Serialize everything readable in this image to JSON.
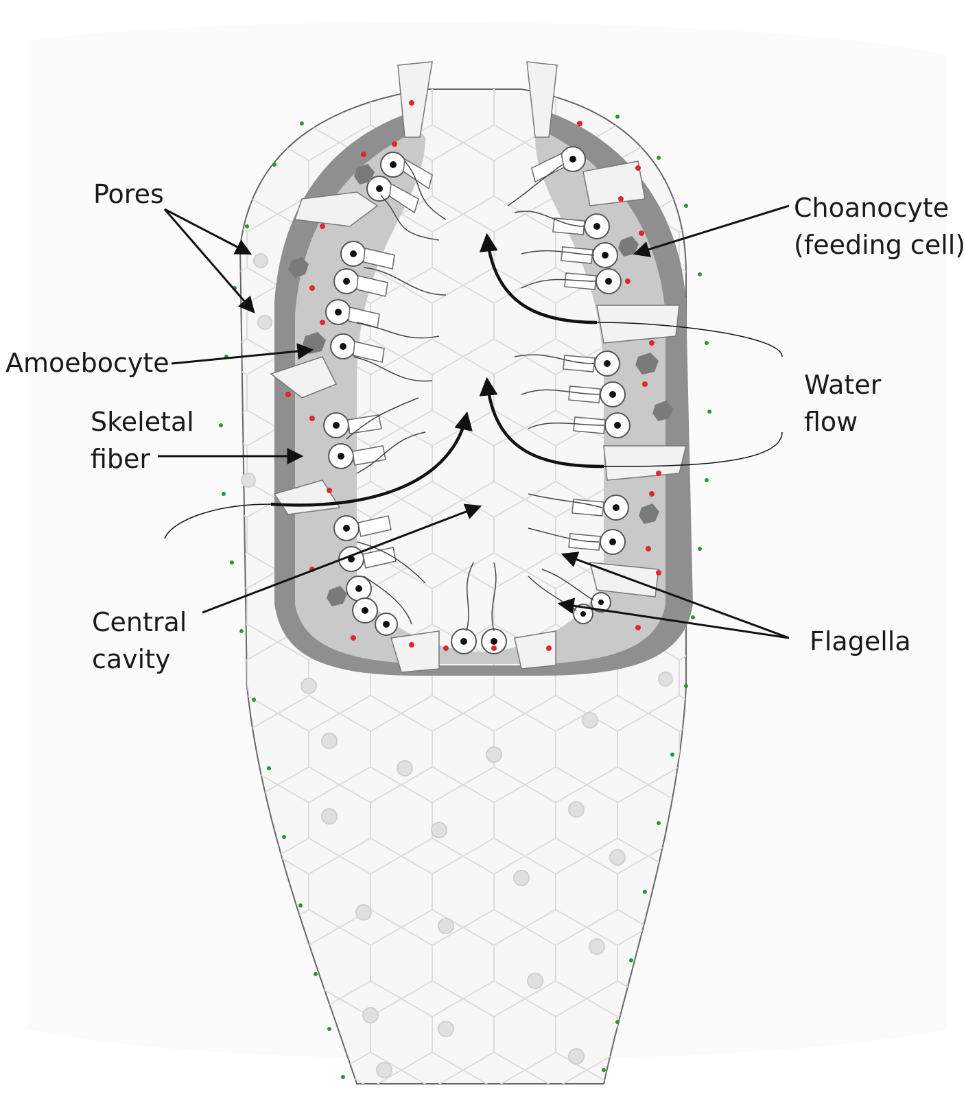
{
  "labels": {
    "pores": "Pores",
    "choanocyte_line1": "Choanocyte",
    "choanocyte_line2": "(feeding cell)",
    "amoebocyte": "Amoebocyte",
    "skeletal_line1": "Skeletal",
    "skeletal_line2": "fiber",
    "water_line1": "Water",
    "water_line2": "flow",
    "central_line1": "Central",
    "central_line2": "cavity",
    "flagella": "Flagella"
  },
  "colors": {
    "body_wall": "#c9c9c9",
    "outer_layer": "#8f8f8f",
    "red_dots": "#e0262b",
    "green_speckles": "#2f8f3f",
    "arrow": "#111111"
  }
}
